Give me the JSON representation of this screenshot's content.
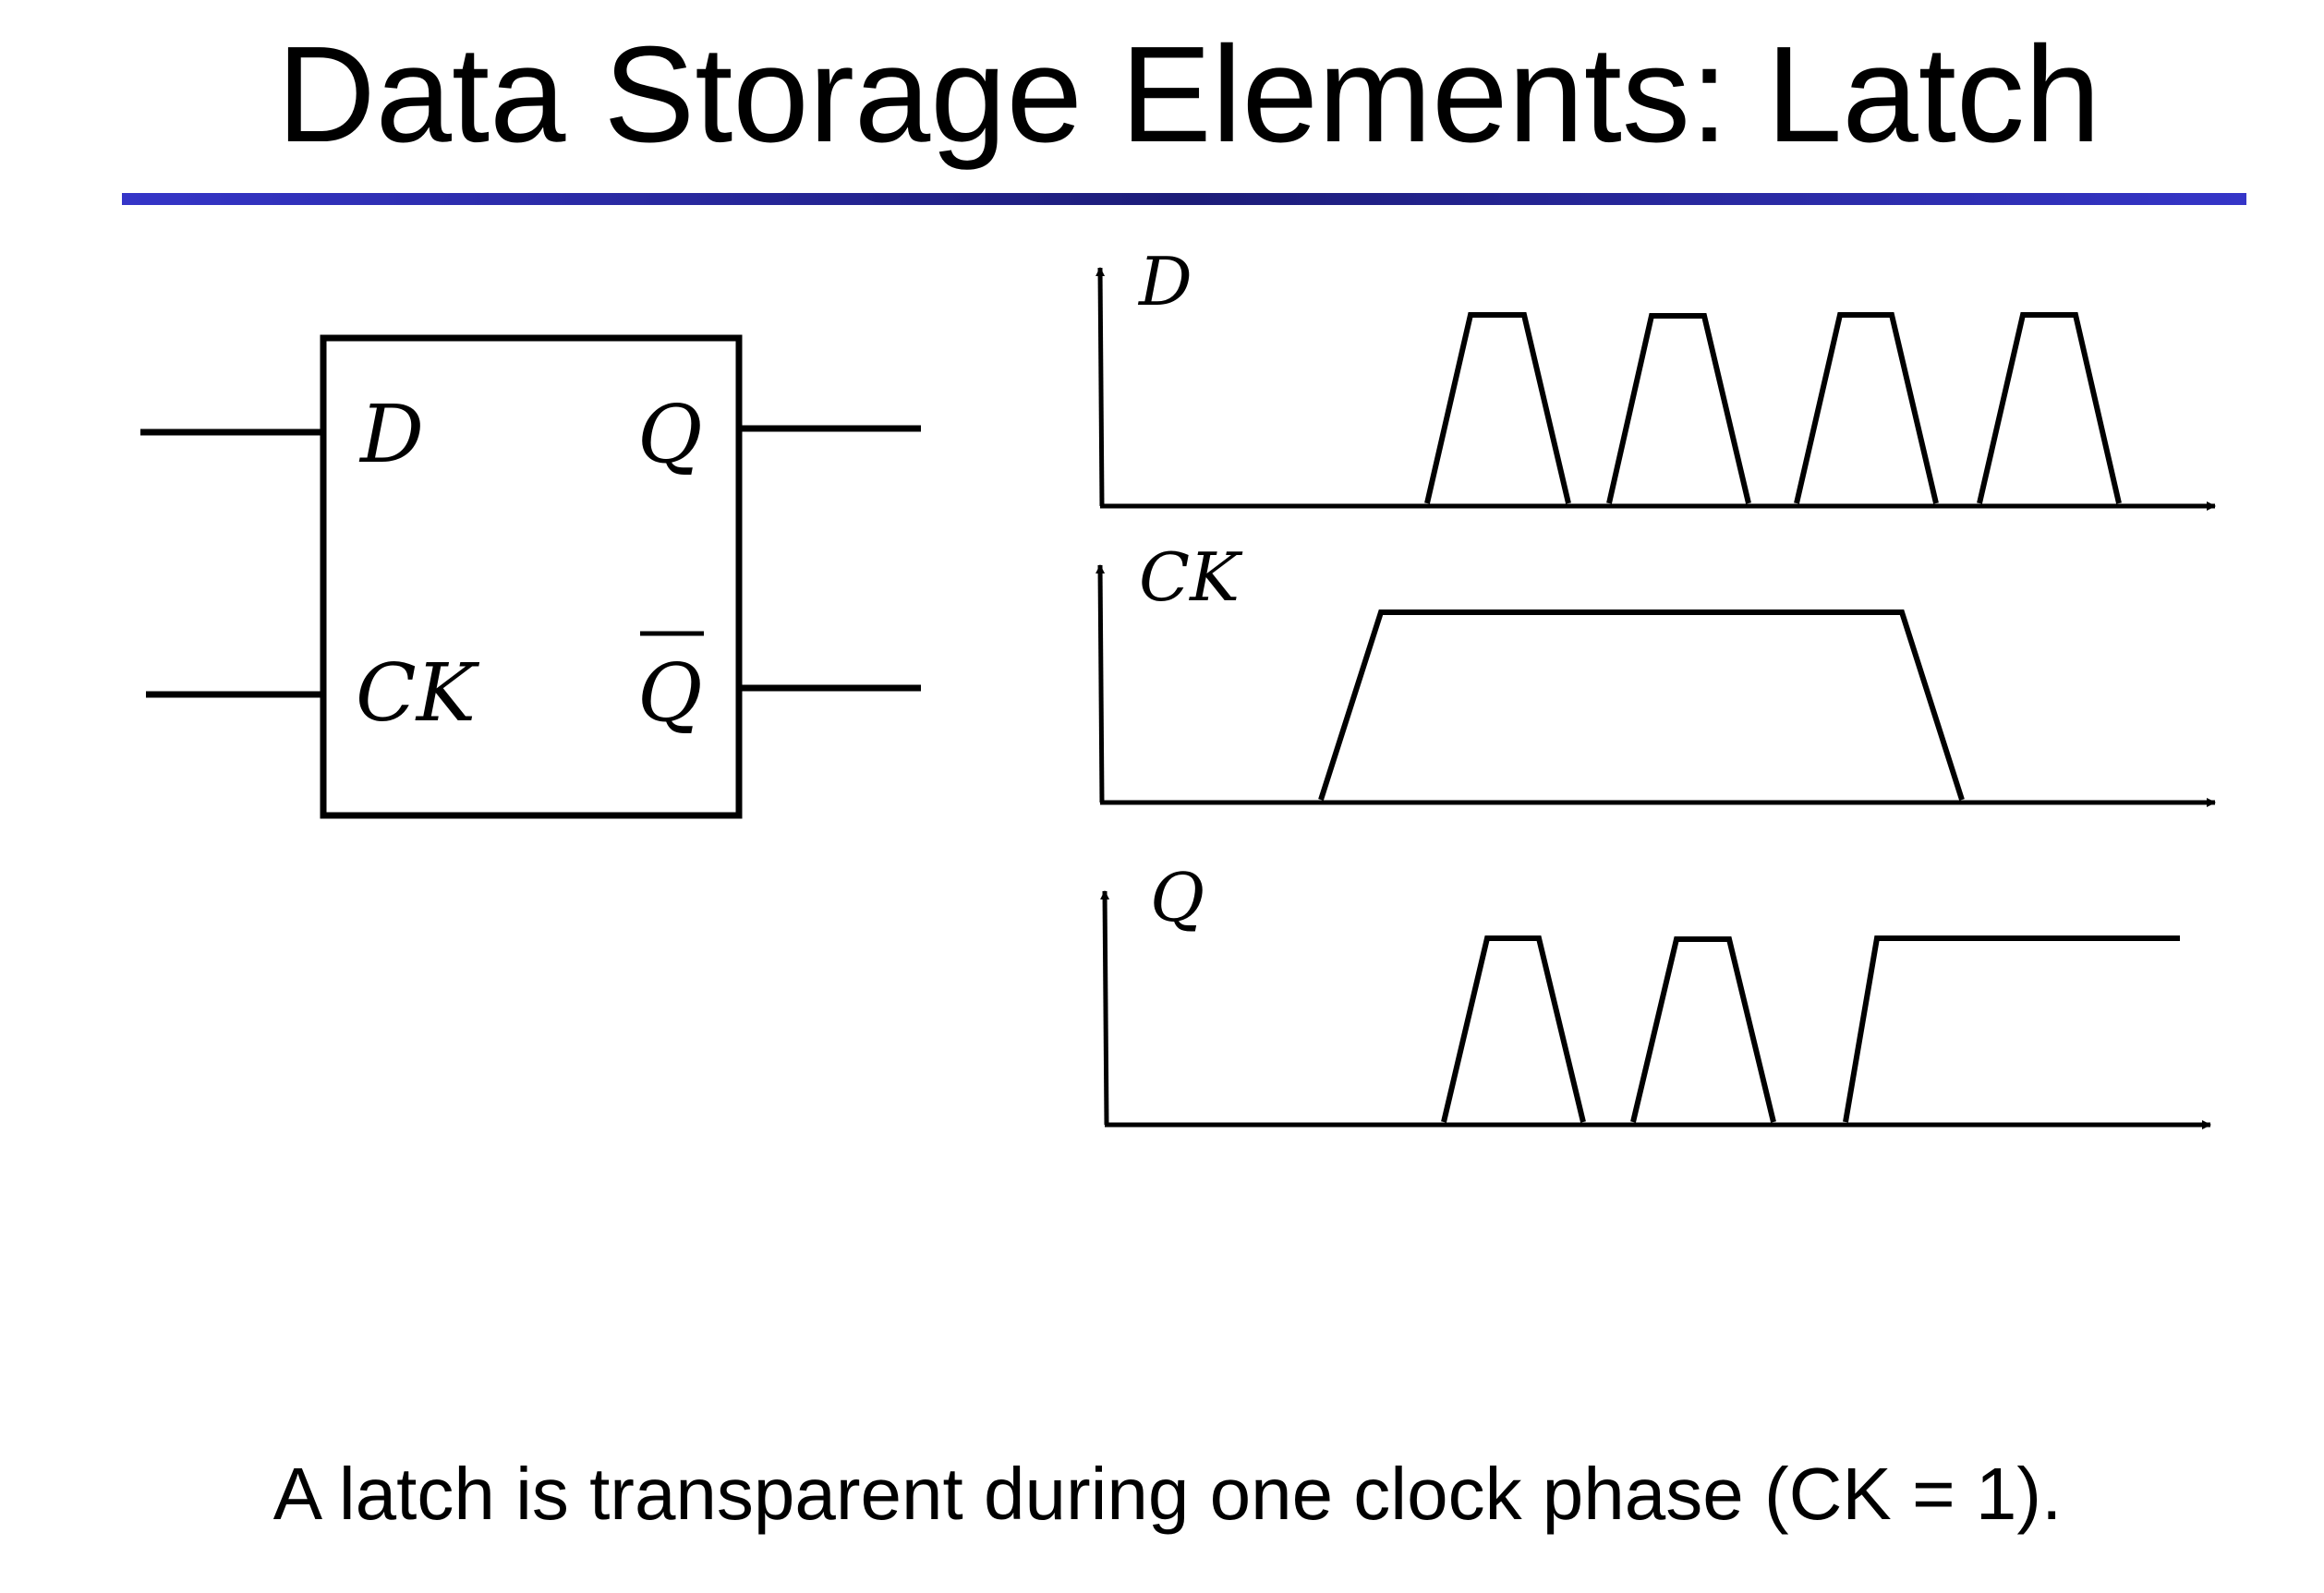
{
  "slide": {
    "title": "Data Storage Elements: Latch",
    "caption": "A latch is transparent during one clock phase (CK = 1).",
    "rule_gradient": [
      "#3535c8",
      "#1c1c78",
      "#3535c8"
    ]
  },
  "latch_symbol": {
    "input_labels": [
      "D",
      "CK"
    ],
    "output_labels": [
      "Q",
      "Q"
    ],
    "complement_output": "Q"
  },
  "timing": {
    "signals": [
      {
        "name": "D",
        "pulses": 4
      },
      {
        "name": "CK",
        "pulses": 1
      },
      {
        "name": "Q",
        "pulses": 2,
        "final_state": "high"
      }
    ]
  }
}
